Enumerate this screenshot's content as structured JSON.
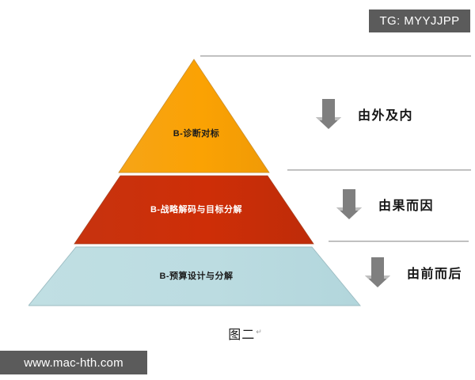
{
  "badge": {
    "text": "TG: MYYJJPP"
  },
  "watermark": {
    "text": "www.mac-hth.com"
  },
  "pyramid": {
    "tiers": [
      {
        "label": "B-诊断对标",
        "color": "#F9A007",
        "text_color": "#1c1c1c"
      },
      {
        "label": "B-战略解码与目标分解",
        "color": "#CC2E0A",
        "text_color": "#ffffff"
      },
      {
        "label": "B-预算设计与分解",
        "color": "#BBDDE2",
        "text_color": "#1c1c1c"
      }
    ]
  },
  "caption": {
    "text": "图二",
    "mark": "↵"
  },
  "annotations": [
    {
      "icon": "arrow-down-icon",
      "label": "由外及内"
    },
    {
      "icon": "arrow-down-icon",
      "label": "由果而因"
    },
    {
      "icon": "arrow-down-icon",
      "label": "由前而后"
    }
  ],
  "colors": {
    "arrow_fill": "#7f7f7f",
    "arrow_shadow": "#bfbfbf",
    "divider": "#a9a9a9",
    "badge_bg": "#5b5b5b",
    "page_bg": "#ffffff"
  }
}
